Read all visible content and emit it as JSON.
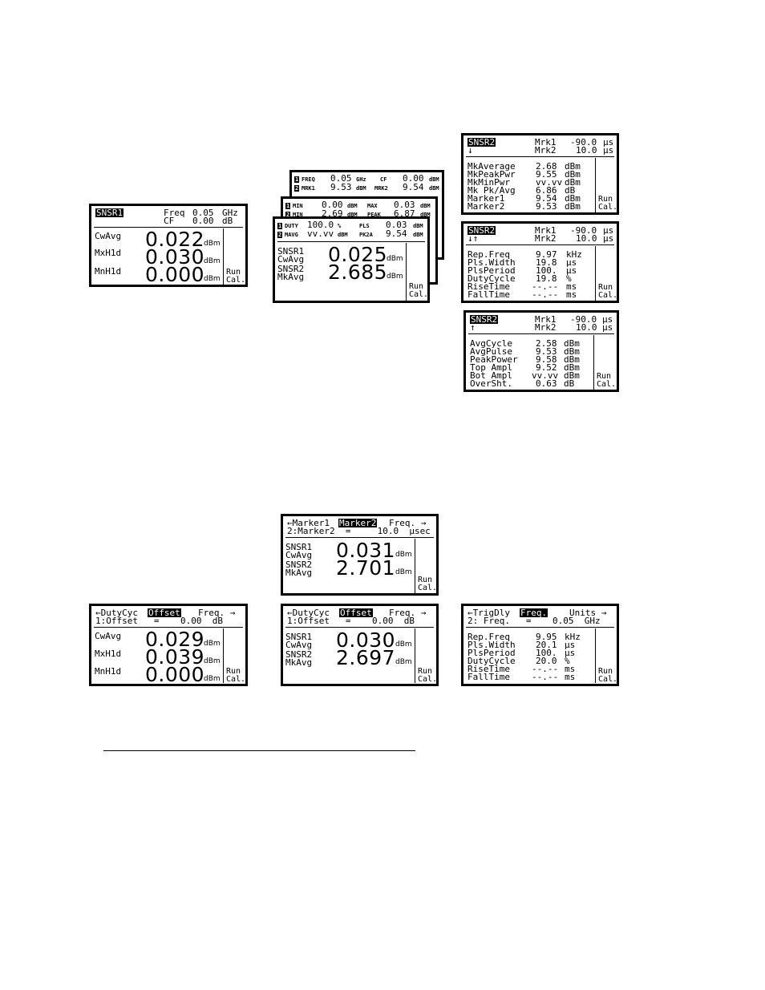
{
  "screen_a": {
    "sensor": "SNSR1",
    "freq_label": "Freq",
    "freq_value": "0.05",
    "freq_unit": "GHz",
    "cf_label": "CF",
    "cf_value": "0.00",
    "cf_unit": "dB",
    "rows": [
      {
        "label": "CwAvg",
        "value": "0.022",
        "unit": "dBm"
      },
      {
        "label": "MxH1d",
        "value": "0.030",
        "unit": "dBm"
      },
      {
        "label": "MnH1d",
        "value": "0.000",
        "unit": "dBm"
      }
    ],
    "run": "Run",
    "cal": "Cal."
  },
  "stack": {
    "back2": {
      "l1_idx": "1",
      "l1_label": "FREQ",
      "l1_val": "0.05",
      "l1_unit": "GHz",
      "l1_label2": "CF",
      "l1_val2": "0.00",
      "l1_unit2": "dBM",
      "l2_idx": "2",
      "l2_label": "MRK1",
      "l2_val": "9.53",
      "l2_unit": "dBM",
      "l2_label2": "MRK2",
      "l2_val2": "9.54",
      "l2_unit2": "dBM"
    },
    "back1": {
      "l1_idx": "1",
      "l1_label": "MIN",
      "l1_val": "0.00",
      "l1_unit": "dBM",
      "l1_label2": "MAX",
      "l1_val2": "0.03",
      "l1_unit2": "dBM",
      "l2_idx": "2",
      "l2_label": "MIN",
      "l2_val": "2.69",
      "l2_unit": "dBM",
      "l2_label2": "PEAK",
      "l2_val2": "6.87",
      "l2_unit2": "dBM"
    },
    "front": {
      "l1_idx": "1",
      "l1_label": "DUTY",
      "l1_val": "100.0",
      "l1_unit": "%",
      "l1_label2": "PLS",
      "l1_val2": "0.03",
      "l1_unit2": "dBM",
      "l2_idx": "2",
      "l2_label": "MAVG",
      "l2_val": "vv.vv",
      "l2_unit": "dBM",
      "l2_label2": "PK2A",
      "l2_val2": "9.54",
      "l2_unit2": "dBM",
      "s1": "SNSR1",
      "r1": "CwAvg",
      "v1": "0.025",
      "u1": "dBm",
      "s2": "SNSR2",
      "r2": "MkAvg",
      "v2": "2.685",
      "u2": "dBm",
      "run": "Run",
      "cal": "Cal."
    }
  },
  "screen_r1": {
    "sensor": "SNSR2",
    "arrow": "↓",
    "m1_label": "Mrk1",
    "m1_val": "-90.0",
    "m1_unit": "µs",
    "m2_label": "Mrk2",
    "m2_val": "10.0",
    "m2_unit": "µs",
    "rows": [
      {
        "label": "MkAverage",
        "value": "2.68",
        "unit": "dBm"
      },
      {
        "label": "MkPeakPwr",
        "value": "9.55",
        "unit": "dBm"
      },
      {
        "label": "MkMinPwr",
        "value": "vv.vv",
        "unit": "dBm"
      },
      {
        "label": "Mk Pk/Avg",
        "value": "6.86",
        "unit": "dB"
      },
      {
        "label": "Marker1",
        "value": "9.54",
        "unit": "dBm"
      },
      {
        "label": "Marker2",
        "value": "9.53",
        "unit": "dBm"
      }
    ],
    "run": "Run",
    "cal": "Cal."
  },
  "screen_r2": {
    "sensor": "SNSR2",
    "arrow": "↓↑",
    "m1_label": "Mrk1",
    "m1_val": "-90.0",
    "m1_unit": "µs",
    "m2_label": "Mrk2",
    "m2_val": "10.0",
    "m2_unit": "µs",
    "rows": [
      {
        "label": "Rep.Freq",
        "value": "9.97",
        "unit": "kHz"
      },
      {
        "label": "Pls.Width",
        "value": "19.8",
        "unit": "µs"
      },
      {
        "label": "PlsPeriod",
        "value": "100.",
        "unit": "µs"
      },
      {
        "label": "DutyCycle",
        "value": "19.8",
        "unit": "%"
      },
      {
        "label": "RiseTime",
        "value": "--.--",
        "unit": "ms"
      },
      {
        "label": "FallTime",
        "value": "--.--",
        "unit": "ms"
      }
    ],
    "run": "Run",
    "cal": "Cal."
  },
  "screen_r3": {
    "sensor": "SNSR2",
    "arrow": "↑",
    "m1_label": "Mrk1",
    "m1_val": "-90.0",
    "m1_unit": "µs",
    "m2_label": "Mrk2",
    "m2_val": "10.0",
    "m2_unit": "µs",
    "rows": [
      {
        "label": "AvgCycle",
        "value": "2.58",
        "unit": "dBm"
      },
      {
        "label": "AvgPulse",
        "value": "9.53",
        "unit": "dBm"
      },
      {
        "label": "PeakPower",
        "value": "9.58",
        "unit": "dBm"
      },
      {
        "label": "Top Ampl",
        "value": "9.52",
        "unit": "dBm"
      },
      {
        "label": "Bot Ampl",
        "value": "vv.vv",
        "unit": "dBm"
      },
      {
        "label": "OverSht.",
        "value": "0.63",
        "unit": "dB"
      }
    ],
    "run": "Run",
    "cal": "Cal."
  },
  "screen_marker": {
    "menu_left": "←Marker1",
    "menu_sel": "Marker2",
    "menu_right": "Freq. →",
    "edit_line": "2:Marker2  =     10.0  µsec",
    "s1": "SNSR1",
    "r1": "CwAvg",
    "v1": "0.031",
    "u1": "dBm",
    "s2": "SNSR2",
    "r2": "MkAvg",
    "v2": "2.701",
    "u2": "dBm",
    "run": "Run",
    "cal": "Cal."
  },
  "screen_offset1": {
    "menu_left": "←DutyCyc",
    "menu_sel": "Offset",
    "menu_right": "Freq. →",
    "edit_line": "1:Offset   =    0.00  dB",
    "rows": [
      {
        "label": "CwAvg",
        "value": "0.029",
        "unit": "dBm"
      },
      {
        "label": "MxH1d",
        "value": "0.039",
        "unit": "dBm"
      },
      {
        "label": "MnH1d",
        "value": "0.000",
        "unit": "dBm"
      }
    ],
    "run": "Run",
    "cal": "Cal."
  },
  "screen_offset2": {
    "menu_left": "←DutyCyc",
    "menu_sel": "Offset",
    "menu_right": "Freq. →",
    "edit_line": "1:Offset   =    0.00  dB",
    "s1": "SNSR1",
    "r1": "CwAvg",
    "v1": "0.030",
    "u1": "dBm",
    "s2": "SNSR2",
    "r2": "MkAvg",
    "v2": "2.697",
    "u2": "dBm",
    "run": "Run",
    "cal": "Cal."
  },
  "screen_trig": {
    "menu_left": "←TrigDly",
    "menu_sel": "Freq.",
    "menu_right": "Units →",
    "edit_line": "2: Freq.   =    0.05  GHz",
    "rows": [
      {
        "label": "Rep.Freq",
        "value": "9.95",
        "unit": "kHz"
      },
      {
        "label": "Pls.Width",
        "value": "20.1",
        "unit": "µs"
      },
      {
        "label": "PlsPeriod",
        "value": "100.",
        "unit": "µs"
      },
      {
        "label": "DutyCycle",
        "value": "20.0",
        "unit": "%"
      },
      {
        "label": "RiseTime",
        "value": "--.--",
        "unit": "ms"
      },
      {
        "label": "FallTime",
        "value": "--.--",
        "unit": "ms"
      }
    ],
    "run": "Run",
    "cal": "Cal."
  }
}
